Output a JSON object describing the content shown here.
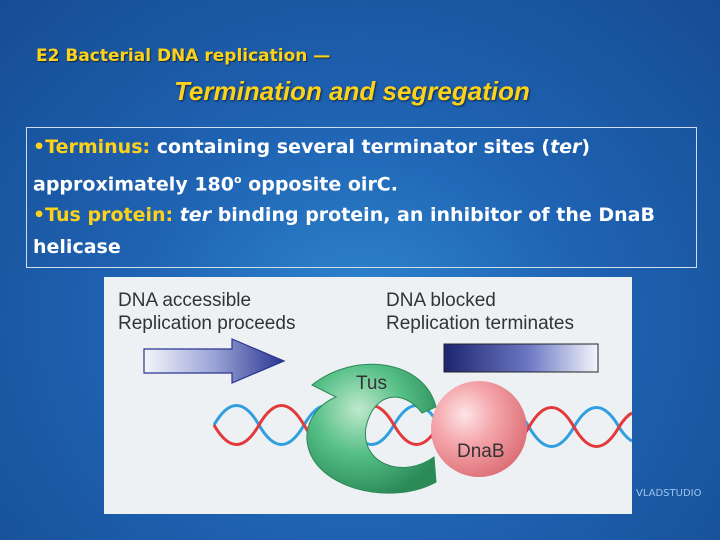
{
  "slide": {
    "title_line1": "E2 Bacterial DNA replication —",
    "title_line2": "Termination and segregation"
  },
  "bullets": {
    "b1_label": "•Terminus:",
    "b1_text_a": " containing several terminator sites (",
    "b1_ter": "ter",
    "b1_text_b": ") approximately 180",
    "b1_degree": "o",
    "b1_text_c": " opposite oirC.",
    "b2_label": "•Tus protein:",
    "b2_ter": " ter",
    "b2_text": " binding protein, an inhibitor of the DnaB helicase"
  },
  "figure": {
    "left_line1": "DNA accessible",
    "left_line2": "Replication proceeds",
    "right_line1": "DNA blocked",
    "right_line2": "Replication terminates",
    "tus_label": "Tus",
    "dnab_label": "DnaB"
  },
  "watermark": "VLADSTUDIO",
  "colors": {
    "title": "#ffd21a",
    "body_text": "#ffffff",
    "background": "#1f63b3",
    "tus_green": "#3fae76",
    "dnab_pink": "#f19aa0",
    "dna_red": "#e23a3a",
    "dna_blue": "#2f9fe0"
  }
}
